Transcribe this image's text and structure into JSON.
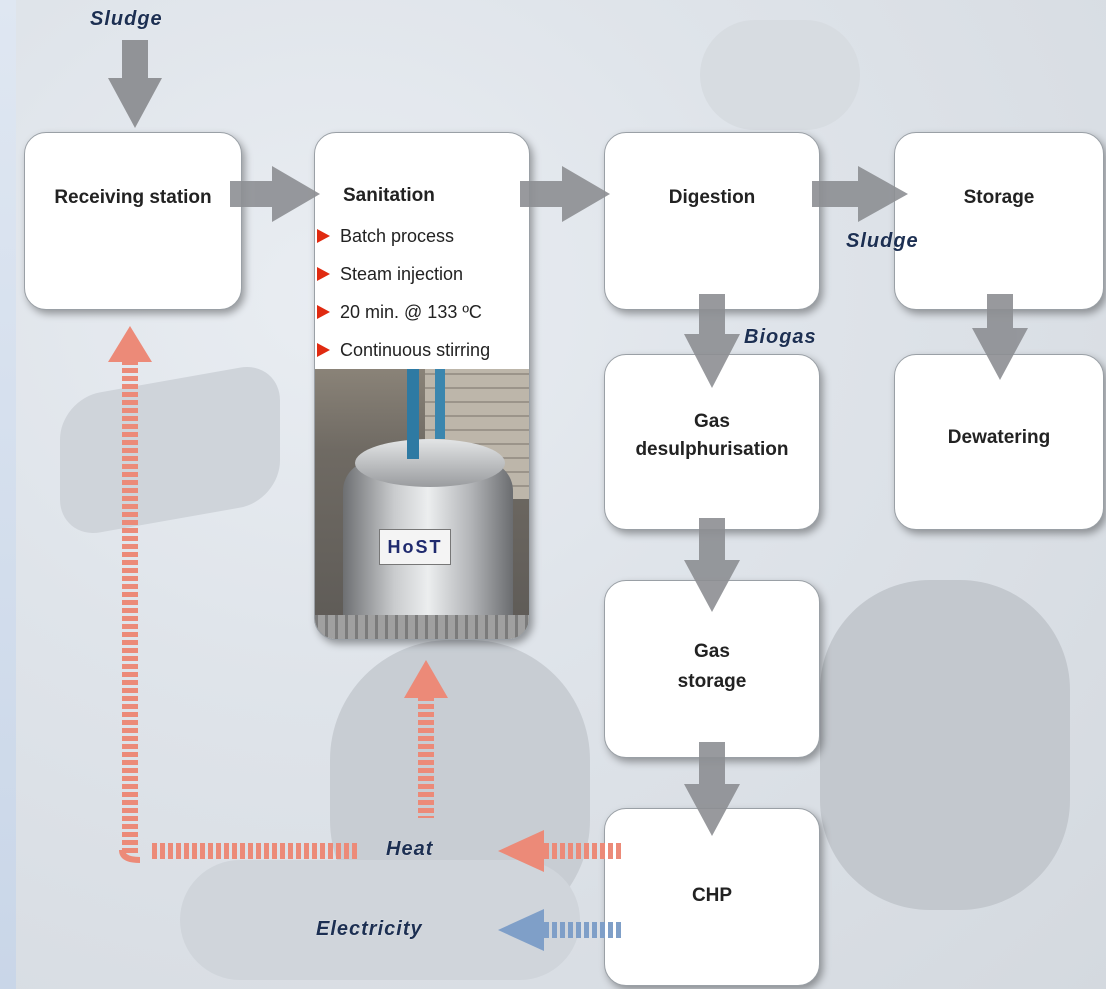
{
  "labels": {
    "sludge_top": "Sludge",
    "sludge_right": "Sludge",
    "biogas": "Biogas",
    "heat": "Heat",
    "electricity": "Electricity"
  },
  "nodes": {
    "receiving": "Receiving station",
    "sanitation": "Sanitation",
    "digestion": "Digestion",
    "storage": "Storage",
    "gas_desulph_line1": "Gas",
    "gas_desulph_line2": "desulphurisation",
    "dewatering": "Dewatering",
    "gas_storage_line1": "Gas",
    "gas_storage_line2": "storage",
    "chp": "CHP"
  },
  "sanitation_bullets": [
    "Batch process",
    "Steam injection",
    "20 min. @ 133 ºC",
    "Continuous stirring"
  ],
  "tank_label": "HoST",
  "colors": {
    "gray_arrow": "#8d8f93",
    "heat_arrow": "#ec8a78",
    "electricity_arrow": "#7f9fc8",
    "bullet_marker": "#e02a10"
  }
}
